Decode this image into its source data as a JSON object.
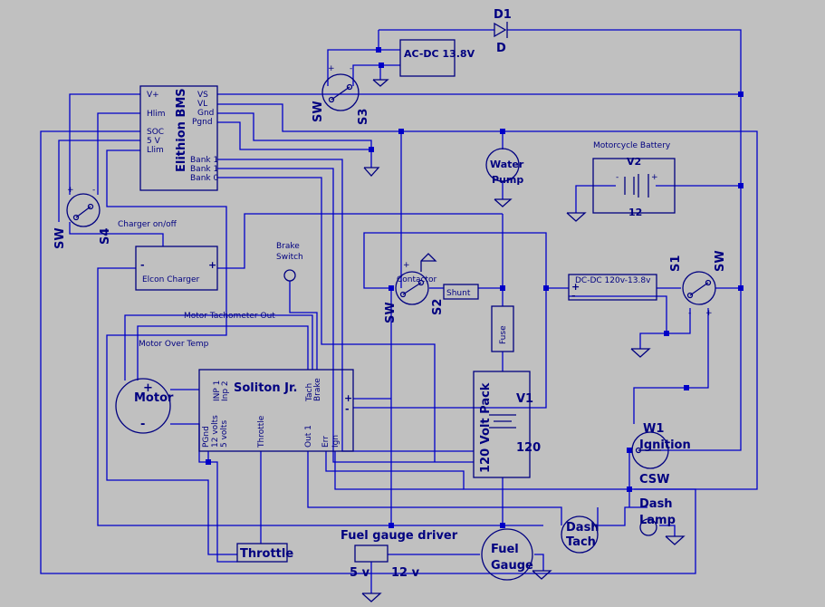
{
  "colors": {
    "background": "#c0c0c0",
    "wire": "#0000c8",
    "text": "#000080"
  },
  "labels": {
    "d1": "D1",
    "d": "D",
    "acdc": "AC-DC 13.8V",
    "sw": "SW",
    "s3": "S3",
    "s4": "S4",
    "s2": "S2",
    "s1": "S1",
    "bms": "Elithion BMS",
    "bms_pins_left": [
      "V+",
      "Hlim",
      "SOC",
      "5 V",
      "Llim"
    ],
    "bms_pins_right": [
      "VS",
      "VL",
      "Gnd",
      "Pgnd"
    ],
    "bms_banks": [
      "Bank 1",
      "Bank 1",
      "Bank 0"
    ],
    "water_pump": [
      "Water",
      "Pump"
    ],
    "moto_batt": "Motorcycle Battery",
    "v2": "V2",
    "v2_val": "12",
    "charger_onoff": "Charger on/off",
    "charger": "Elcon Charger",
    "brake_switch": [
      "Brake",
      "Switch"
    ],
    "contactor": "Contactor",
    "shunt": "Shunt",
    "dcdc": "DC-DC 120v-13.8v",
    "fuse": "Fuse",
    "v1": "V1",
    "pack": "120 Volt Pack",
    "pack_val": "120",
    "tach_out": "Motor Tachometer Out",
    "over_temp": "Motor Over Temp",
    "motor": "Motor",
    "soliton": "Soliton Jr.",
    "soliton_top_pins": [
      "INP 1",
      "Inp 2",
      "Tach",
      "Brake"
    ],
    "soliton_bottom_pins": [
      "PGnd",
      "12 volts",
      "5 volts",
      "Throttle",
      "Out 1",
      "Err",
      "Ign"
    ],
    "w1": "W1",
    "ignition": "Ignition",
    "csw": "CSW",
    "dash_lamp": [
      "Dash",
      "Lamp"
    ],
    "dash_tach": [
      "Dash",
      "Tach"
    ],
    "fuel_driver": "Fuel gauge driver",
    "v5": "5 v",
    "v12": "12 v",
    "fuel_gauge": [
      "Fuel",
      "Gauge"
    ],
    "throttle": "Throttle"
  }
}
